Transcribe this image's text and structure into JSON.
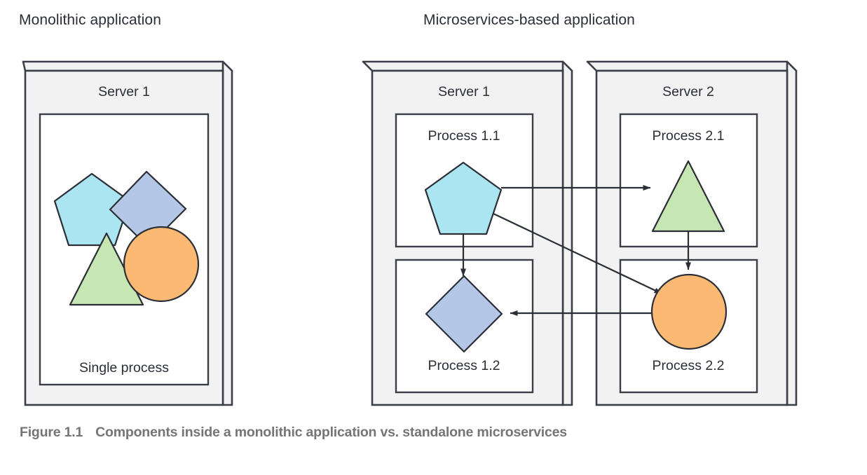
{
  "figure": {
    "caption_label": "Figure 1.1",
    "caption_text": "Components inside a monolithic application vs. standalone microservices"
  },
  "panels": [
    {
      "id": "monolithic",
      "title": "Monolithic application",
      "servers": [
        {
          "id": "mono-server-1",
          "label": "Server 1",
          "processes": [
            {
              "id": "mono-single-process",
              "label": "Single process",
              "components": [
                {
                  "id": "pentagon",
                  "shape": "pentagon",
                  "color": "#ABE5F2"
                },
                {
                  "id": "diamond",
                  "shape": "diamond",
                  "color": "#B4C7E7"
                },
                {
                  "id": "triangle",
                  "shape": "triangle",
                  "color": "#C6E6B3"
                },
                {
                  "id": "circle",
                  "shape": "circle",
                  "color": "#FBB974"
                }
              ]
            }
          ]
        }
      ]
    },
    {
      "id": "microservices",
      "title": "Microservices-based application",
      "servers": [
        {
          "id": "micro-server-1",
          "label": "Server 1",
          "processes": [
            {
              "id": "process-1-1",
              "label": "Process 1.1",
              "shape": "pentagon",
              "color": "#ABE5F2"
            },
            {
              "id": "process-1-2",
              "label": "Process 1.2",
              "shape": "diamond",
              "color": "#B4C7E7"
            }
          ]
        },
        {
          "id": "micro-server-2",
          "label": "Server 2",
          "processes": [
            {
              "id": "process-2-1",
              "label": "Process 2.1",
              "shape": "triangle",
              "color": "#C6E6B3"
            },
            {
              "id": "process-2-2",
              "label": "Process 2.2",
              "shape": "circle",
              "color": "#FBB974"
            }
          ]
        }
      ],
      "connections": [
        {
          "id": "conn-pentagon-triangle",
          "from": "process-1-1",
          "to": "process-2-1"
        },
        {
          "id": "conn-pentagon-diamond",
          "from": "process-1-1",
          "to": "process-1-2"
        },
        {
          "id": "conn-pentagon-circle",
          "from": "process-1-1",
          "to": "process-2-2"
        },
        {
          "id": "conn-triangle-circle",
          "from": "process-2-1",
          "to": "process-2-2"
        },
        {
          "id": "conn-circle-diamond",
          "from": "process-2-2",
          "to": "process-1-2"
        }
      ]
    }
  ],
  "style": {
    "server_fill": "#F2F2F2",
    "server_stroke": "#3B3E47",
    "process_fill": "#FFFFFF",
    "process_stroke": "#3B3E47",
    "shape_stroke": "#2b2e36",
    "arrow_color": "#2b2e36",
    "caption_color": "#757575",
    "text_color": "#2b2e36"
  },
  "labels": {
    "mono_server_1": "Server 1",
    "mono_single_process": "Single process",
    "micro_server_1": "Server 1",
    "micro_server_2": "Server 2",
    "process_1_1": "Process 1.1",
    "process_1_2": "Process 1.2",
    "process_2_1": "Process 2.1",
    "process_2_2": "Process 2.2",
    "title_monolithic": "Monolithic application",
    "title_microservices": "Microservices-based application"
  }
}
